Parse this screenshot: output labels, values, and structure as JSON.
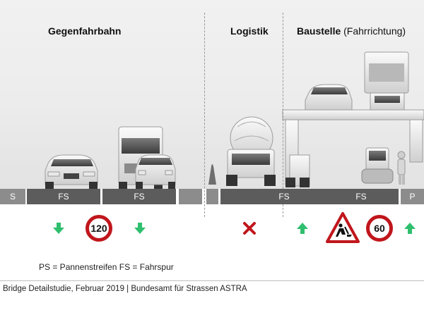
{
  "sections": {
    "gegenfahrbahn": "Gegenfahrbahn",
    "logistik": "Logistik",
    "baustelle_bold": "Baustelle",
    "baustelle_paren": "(Fahrrichtung)"
  },
  "lanes": [
    {
      "label": "S",
      "tone": "light"
    },
    {
      "label": "FS",
      "tone": "dark"
    },
    {
      "label": "FS",
      "tone": "dark"
    },
    {
      "label": "",
      "tone": "light"
    },
    {
      "label": "",
      "tone": "light"
    },
    {
      "label": "FS",
      "tone": "dark"
    },
    {
      "label": "FS",
      "tone": "dark"
    },
    {
      "label": "P",
      "tone": "light"
    }
  ],
  "signs": {
    "speed_left": "120",
    "speed_right": "60"
  },
  "icons": {
    "arrow_down_color": "#2fbf6e",
    "arrow_up_color": "#2fbf6e",
    "closed_x_color": "#c0161c",
    "sign_border_color": "#c0161c"
  },
  "legend": "PS = Pannenstreifen FS = Fahrspur",
  "footer": "Bridge Detailstudie, Februar 2019 | Bundesamt für Strassen ASTRA"
}
